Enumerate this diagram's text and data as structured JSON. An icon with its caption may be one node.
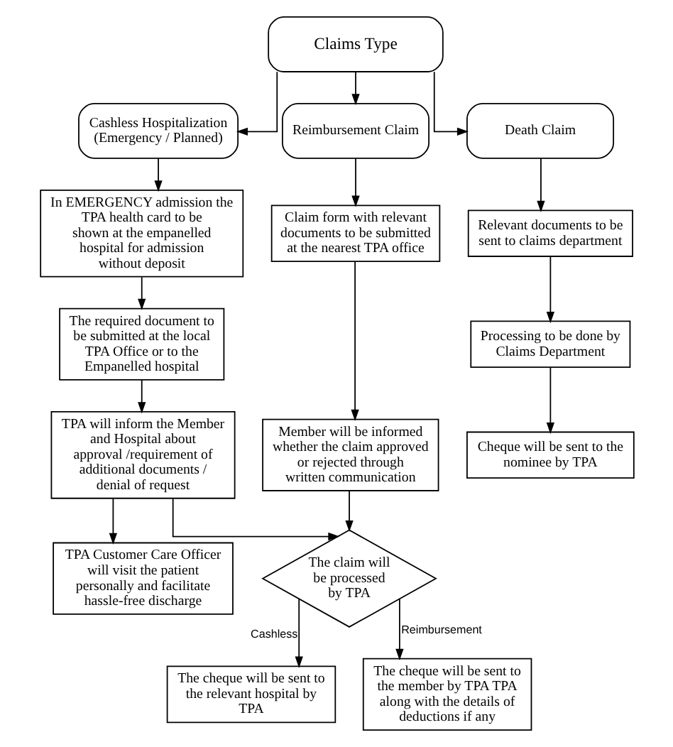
{
  "diagram": {
    "nodes": [
      {
        "text": [
          "Claims Type"
        ]
      },
      {
        "text": [
          "Cashless Hospitalization (Emergency / Planned)"
        ]
      },
      {
        "text": [
          "Reimbursement Claim"
        ]
      },
      {
        "text": [
          "Death Claim"
        ]
      },
      {
        "text": [
          "In EMERGENCY admission the TPA health card to be shown at the empanelled hospital for admission without deposit"
        ]
      },
      {
        "text": [
          "The required document to be submitted at the local TPA Office or to the Empanelled hospital"
        ]
      },
      {
        "text": [
          "TPA will inform the Member and Hospital about approval /requirement of additional documents / denial of request"
        ]
      },
      {
        "text": [
          "TPA Customer Care Officer will visit the patient personally and facilitate hassle-free discharge"
        ]
      },
      {
        "text": [
          "Claim form with relevant documents to be submitted at the nearest TPA office"
        ]
      },
      {
        "text": [
          "Member will be informed whether the claim approved or rejected through written communication"
        ]
      },
      {
        "text": [
          "Relevant documents to be sent to claims department"
        ]
      },
      {
        "text": [
          "Processing to be done by Claims Department"
        ]
      },
      {
        "text": [
          "Cheque will be sent to the nominee by TPA"
        ]
      },
      {
        "text": [
          "The claim will be processed by TPA"
        ]
      },
      {
        "text": [
          "The cheque will be sent to the relevant hospital by TPA"
        ]
      },
      {
        "text": [
          "The cheque will be sent to the member by TPA TPA along with the details of deductions if any"
        ]
      }
    ],
    "edges": [
      {
        "from": 0,
        "to": 1,
        "arrow": "to"
      },
      {
        "from": 0,
        "to": 2,
        "arrow": "to"
      },
      {
        "from": 0,
        "to": 3,
        "arrow": "to"
      },
      {
        "from": 1,
        "to": 4,
        "arrow": "to"
      },
      {
        "from": 4,
        "to": 5,
        "arrow": "to"
      },
      {
        "from": 5,
        "to": 6,
        "arrow": "to"
      },
      {
        "from": 6,
        "to": 7,
        "arrow": "to"
      },
      {
        "from": 2,
        "to": 8,
        "arrow": "to"
      },
      {
        "from": 8,
        "to": 9,
        "arrow": "to"
      },
      {
        "from": 9,
        "to": 13,
        "arrow": "to"
      },
      {
        "from": 6,
        "to": 13,
        "arrow": "to"
      },
      {
        "from": 3,
        "to": 10,
        "arrow": "to"
      },
      {
        "from": 10,
        "to": 11,
        "arrow": "to"
      },
      {
        "from": 11,
        "to": 12,
        "arrow": "to"
      },
      {
        "from": 13,
        "to": 14,
        "label": "Cashless",
        "arrow": "to"
      },
      {
        "from": 13,
        "to": 15,
        "label": "Reimbursement",
        "arrow": "to"
      }
    ]
  }
}
